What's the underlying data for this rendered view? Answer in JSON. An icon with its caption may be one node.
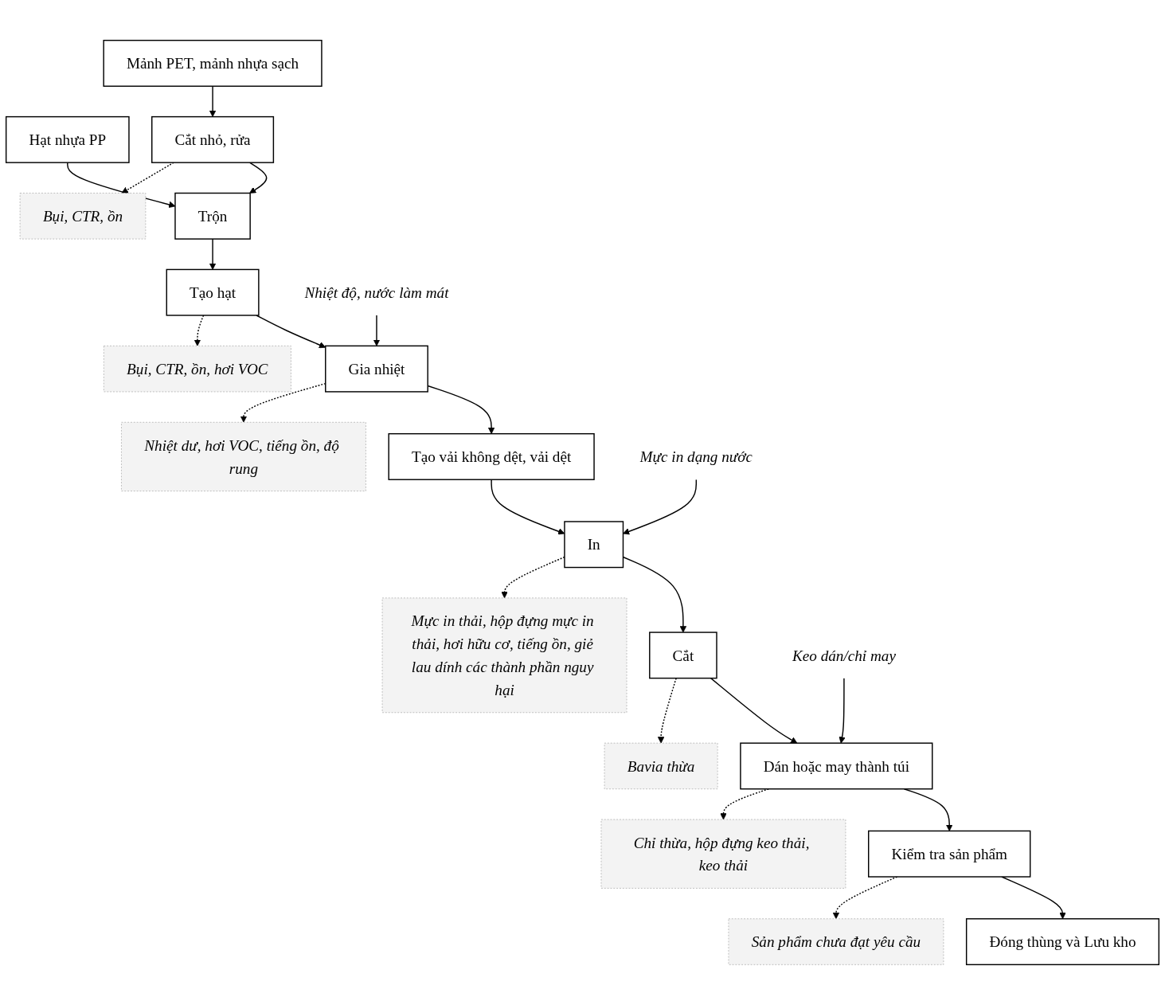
{
  "diagram": {
    "nodes": [
      {
        "text": [
          "Mảnh PET, mảnh nhựa sạch"
        ]
      },
      {
        "text": [
          "Hạt nhựa PP"
        ]
      },
      {
        "text": [
          "Bụi, CTR, ồn"
        ]
      },
      {
        "text": [
          "Cắt nhỏ, rửa"
        ]
      },
      {
        "text": [
          "Trộn"
        ]
      },
      {
        "text": [
          "Tạo hạt"
        ]
      },
      {
        "text": [
          "Bụi, CTR, ồn, hơi VOC"
        ]
      },
      {
        "text": [
          "Nhiệt độ, nước làm mát"
        ]
      },
      {
        "text": [
          "Gia nhiệt"
        ]
      },
      {
        "text": [
          "Nhiệt dư, hơi VOC, tiếng ồn, độ rung"
        ]
      },
      {
        "text": [
          "Tạo vải không dệt, vải dệt"
        ]
      },
      {
        "text": [
          "Mực in dạng nước"
        ]
      },
      {
        "text": [
          "In"
        ]
      },
      {
        "text": [
          "Mực in thải, hộp đựng mực in thải, hơi hữu cơ, tiếng ồn, giẻ lau dính các thành phần nguy hại"
        ]
      },
      {
        "text": [
          "Cắt"
        ]
      },
      {
        "text": [
          "Bavia thừa"
        ]
      },
      {
        "text": [
          "Keo dán/chỉ may"
        ]
      },
      {
        "text": [
          "Dán hoặc may thành túi"
        ]
      },
      {
        "text": [
          "Chỉ thừa, hộp đựng keo thải, keo thải"
        ]
      },
      {
        "text": [
          "Kiểm tra sản phẩm"
        ]
      },
      {
        "text": [
          "Sản phẩm chưa đạt yêu cầu"
        ]
      },
      {
        "text": [
          "Đóng thùng và Lưu kho"
        ]
      }
    ],
    "edges": [
      {
        "from": 0,
        "to": 3,
        "arrow": "to"
      },
      {
        "from": 3,
        "to": 2,
        "arrow": "to",
        "style": "dashed"
      },
      {
        "from": 3,
        "to": 4,
        "arrow": "to"
      },
      {
        "from": 1,
        "to": 4,
        "arrow": "to"
      },
      {
        "from": 4,
        "to": 5,
        "arrow": "to"
      },
      {
        "from": 5,
        "to": 6,
        "arrow": "to",
        "style": "dashed"
      },
      {
        "from": 7,
        "to": 8,
        "arrow": "to"
      },
      {
        "from": 5,
        "to": 8,
        "arrow": "to"
      },
      {
        "from": 8,
        "to": 9,
        "arrow": "to",
        "style": "dashed"
      },
      {
        "from": 8,
        "to": 10,
        "arrow": "to"
      },
      {
        "from": 10,
        "to": 12,
        "arrow": "to"
      },
      {
        "from": 11,
        "to": 12,
        "arrow": "to"
      },
      {
        "from": 12,
        "to": 13,
        "arrow": "to",
        "style": "dashed"
      },
      {
        "from": 12,
        "to": 14,
        "arrow": "to"
      },
      {
        "from": 14,
        "to": 15,
        "arrow": "to",
        "style": "dashed"
      },
      {
        "from": 16,
        "to": 17,
        "arrow": "to"
      },
      {
        "from": 14,
        "to": 17,
        "arrow": "to"
      },
      {
        "from": 17,
        "to": 18,
        "arrow": "to",
        "style": "dashed"
      },
      {
        "from": 17,
        "to": 19,
        "arrow": "to"
      },
      {
        "from": 19,
        "to": 20,
        "arrow": "to",
        "style": "dashed"
      },
      {
        "from": 19,
        "to": 21,
        "arrow": "to"
      }
    ]
  }
}
